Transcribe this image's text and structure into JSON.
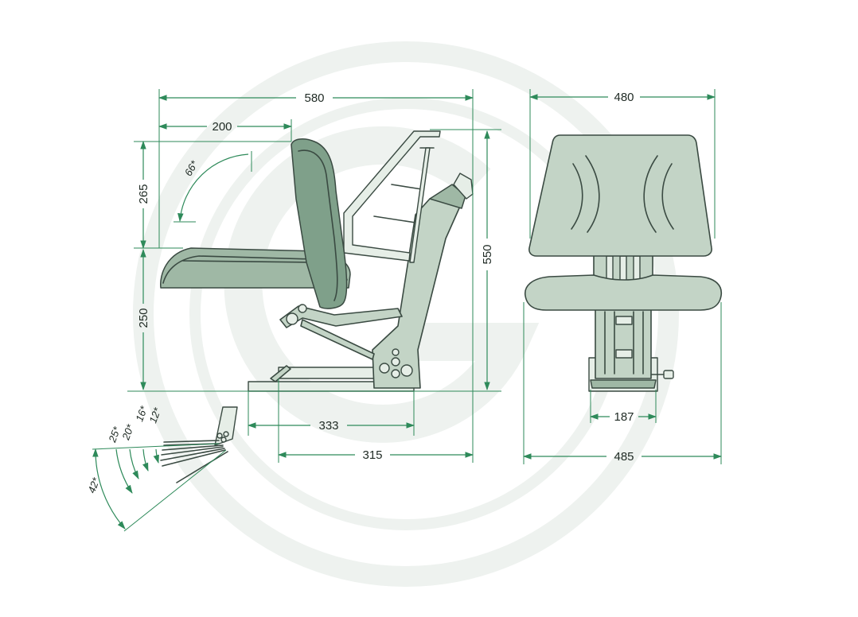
{
  "dimensions": {
    "total_length": "580",
    "backrest_depth": "200",
    "backrest_height": "265",
    "seat_height": "250",
    "total_height": "550",
    "rail_length": "333",
    "base_length": "315",
    "total_width": "480",
    "slide_width": "187",
    "base_width": "485"
  },
  "angles": {
    "backrest_fold": "66*",
    "a42": "42*",
    "a25": "25*",
    "a20": "20*",
    "a16": "16*",
    "a12": "12*"
  },
  "colors": {
    "dimension_lines": "#2e8a5a",
    "seat_fill": "#c3d4c6",
    "outline": "#3a4a42"
  }
}
